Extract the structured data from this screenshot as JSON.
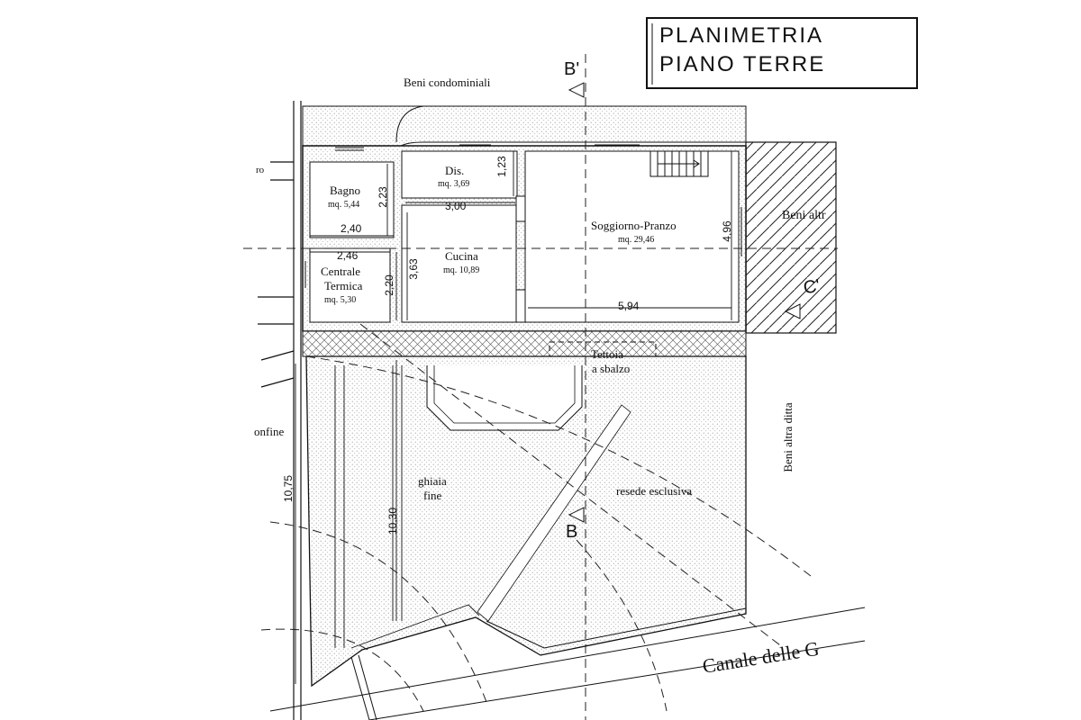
{
  "title": {
    "line1": "PLANIMETRIA",
    "line2": "PIANO TERRE"
  },
  "surroundings": {
    "top": "Beni condominiali",
    "right_hatched": "Beni altr",
    "right_side": "Beni altra ditta",
    "left_boundary": "onfine",
    "left_cut": "ro",
    "canal": "Canale delle G"
  },
  "section_markers": {
    "top": "B'",
    "bottom": "B",
    "right": "C'"
  },
  "rooms": [
    {
      "id": "bagno",
      "name": "Bagno",
      "area": "mq. 5,44"
    },
    {
      "id": "dis",
      "name": "Dis.",
      "area": "mq. 3,69"
    },
    {
      "id": "soggiorno",
      "name": "Soggiorno-Pranzo",
      "area": "mq. 29,46"
    },
    {
      "id": "cucina",
      "name": "Cucina",
      "area": "mq. 10,89"
    },
    {
      "id": "centrale",
      "name_line1": "Centrale",
      "name_line2": "Termica",
      "area": "mq. 5,30"
    }
  ],
  "outdoor": {
    "tettoia_line1": "Tettoia",
    "tettoia_line2": "a sbalzo",
    "ghiaia_line1": "ghiaia",
    "ghiaia_line2": "fine",
    "resede": "resede esclusiva"
  },
  "dimensions": {
    "bagno_width": "2,40",
    "bagno_height": "2,23",
    "dis_width": "3,00",
    "dis_height": "1,23",
    "centrale_width": "2,46",
    "centrale_height": "2,20",
    "cucina_height": "3,63",
    "soggiorno_height": "4,96",
    "soggiorno_width": "5,94",
    "lot_left": "10,75",
    "gravel_depth": "10,30"
  },
  "colors": {
    "ink": "#111111",
    "stipple": "#9a9a9a",
    "paper": "#ffffff"
  }
}
